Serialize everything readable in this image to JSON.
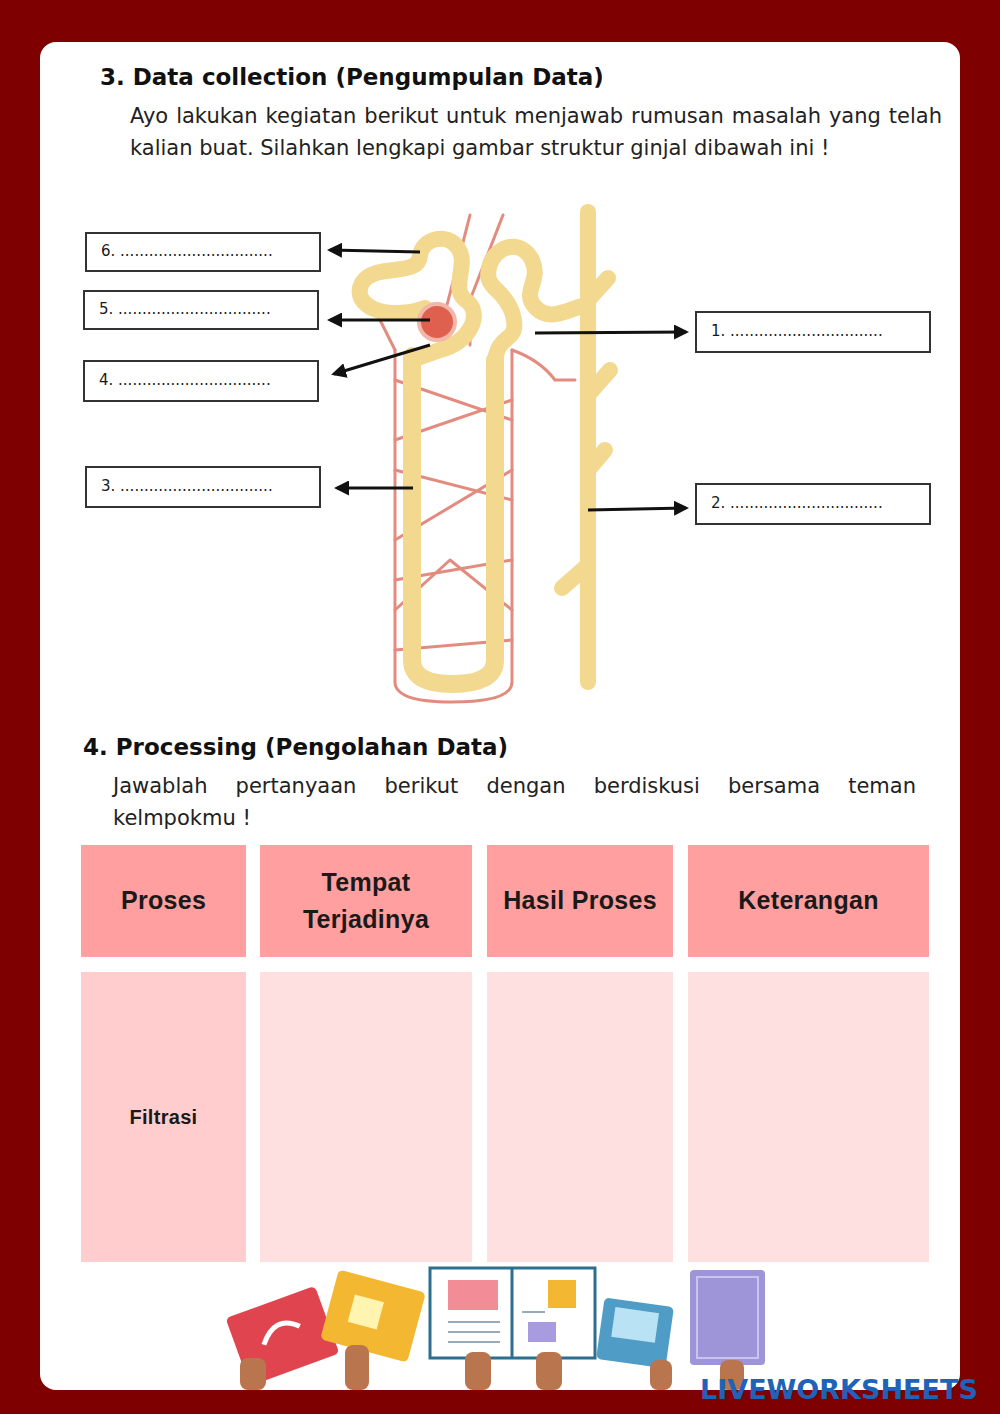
{
  "diagram": {
    "nodes": [
      {
        "text": [
          "6. ................................"
        ]
      },
      {
        "text": [
          "5. ................................"
        ]
      },
      {
        "text": [
          "4. ................................"
        ]
      },
      {
        "text": [
          "3. ................................"
        ]
      },
      {
        "text": [
          "1. ................................"
        ]
      },
      {
        "text": [
          "2. ................................"
        ]
      },
      {
        "text": [
          "Proses"
        ]
      },
      {
        "text": [
          "Tempat Terjadinya"
        ]
      },
      {
        "text": [
          "Hasil Proses"
        ]
      },
      {
        "text": [
          "Keterangan"
        ]
      },
      {
        "text": [
          "Filtrasi"
        ]
      }
    ],
    "labels": [
      "3. Data collection (Pengumpulan Data)",
      "Ayo lakukan kegiatan berikut untuk menjawab rumusan masalah yang telah kalian buat. Silahkan lengkapi gambar struktur ginjal dibawah ini !",
      "4. Processing (Pengolahan Data)",
      "Jawablah pertanyaan berikut dengan berdiskusi bersama teman kelmpokmu !",
      "LIVEWORKSHEETS"
    ]
  }
}
